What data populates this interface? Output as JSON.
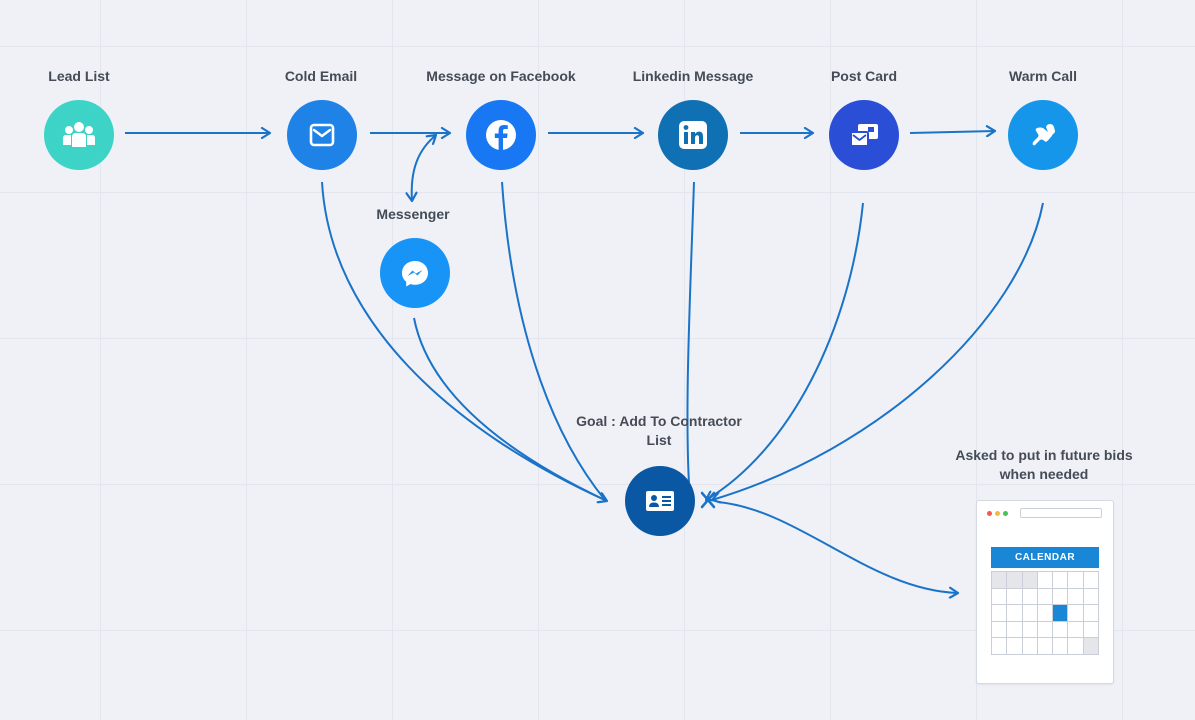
{
  "diagram": {
    "nodes": [
      {
        "id": "lead-list",
        "label": "Lead List",
        "color": "#3dd3c6",
        "icon": "group-icon"
      },
      {
        "id": "cold-email",
        "label": "Cold Email",
        "color": "#1e82e6",
        "icon": "envelope-icon"
      },
      {
        "id": "message-on-facebook",
        "label": "Message on Facebook",
        "color": "#1877f2",
        "icon": "facebook-icon"
      },
      {
        "id": "linkedin-message",
        "label": "Linkedin Message",
        "color": "#0f70b4",
        "icon": "linkedin-icon"
      },
      {
        "id": "post-card",
        "label": "Post Card",
        "color": "#2a4fd6",
        "icon": "postcard-icon"
      },
      {
        "id": "warm-call",
        "label": "Warm Call",
        "color": "#1596ea",
        "icon": "phone-icon"
      },
      {
        "id": "messenger",
        "label": "Messenger",
        "color": "#1893f6",
        "icon": "messenger-icon"
      },
      {
        "id": "goal",
        "label": "Goal : Add To Contractor List",
        "color": "#0a57a3",
        "icon": "contact-card-icon"
      }
    ],
    "calendar": {
      "caption": "Asked to put in future bids when needed",
      "header": "CALENDAR",
      "icon": "calendar-icon",
      "accent": "#1a87d6"
    },
    "edge_color": "#1a73c8"
  }
}
